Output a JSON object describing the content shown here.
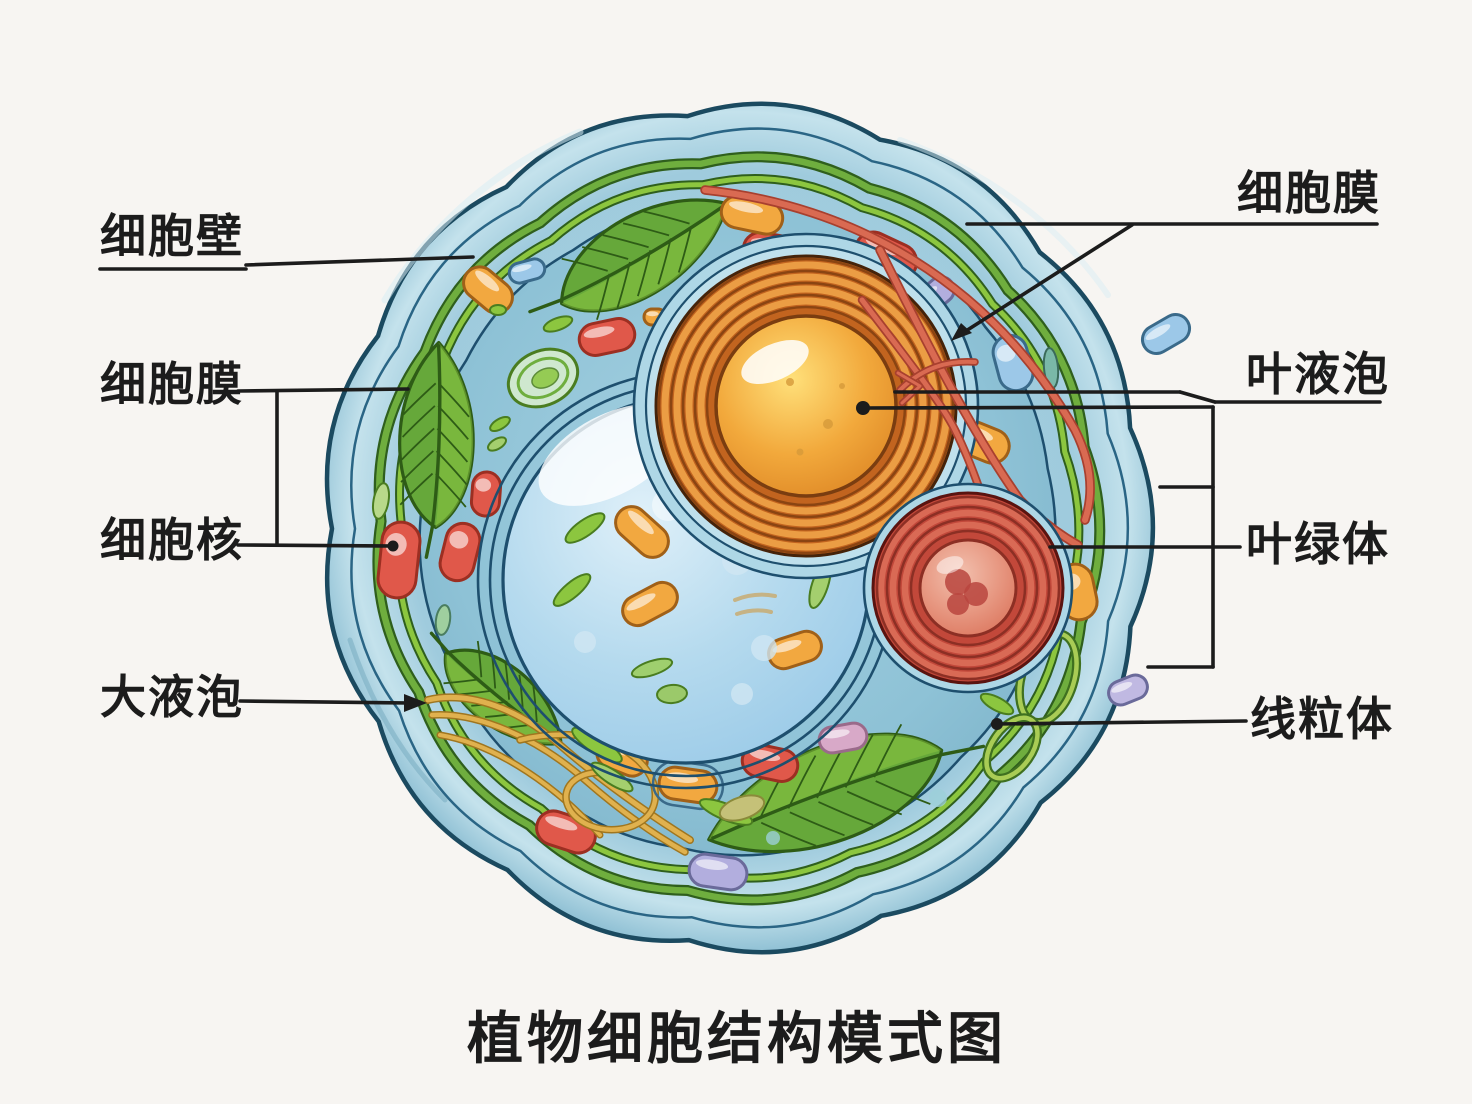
{
  "title": "植物细胞结构模式图",
  "labels": {
    "cell_wall": "细胞壁",
    "cell_membrane_left": "细胞膜",
    "nucleus": "细胞核",
    "large_vacuole": "大液泡",
    "cell_membrane_right": "细胞膜",
    "leaf_vacuole": "叶液泡",
    "chloroplast": "叶绿体",
    "mitochondrion": "线粒体"
  },
  "palette": {
    "background": "#f7f5f2",
    "line": "#1c1c1c",
    "text": "#1c1c1c",
    "wall_outline": "#1b4a60",
    "wall_fill": "#8fc0d4",
    "wall_light": "#c4e2ec",
    "wall_dark_rim": "#5e9cb5",
    "inner_edge": "#2a6585",
    "membrane_green_dark": "#2f5f1d",
    "membrane_green": "#6fae3e",
    "membrane_green_light": "#8cc63f",
    "cytoplasm": "#8ec2d6",
    "cytoplasm_light": "#a7d2e2",
    "vacuole_fill": "#b5daee",
    "vacuole_light": "#dff0f9",
    "vacuole_outline": "#1e4f6e",
    "nucleus_ring_dark": "#8a4412",
    "nucleus_ring": "#c2641f",
    "nucleus_ring_light": "#eb9d44",
    "nucleus_ball": "#f2a93c",
    "nucleus_ball_light": "#ffe07a",
    "red_ring_dark": "#8c2f24",
    "red_ring": "#c2483a",
    "red_ring_light": "#d96a55",
    "red_ball": "#e89a84",
    "leaf_dark": "#2e5c16",
    "leaf": "#66a83a",
    "leaf_light": "#8cc63f",
    "bean_red": "#e0584a",
    "bean_red_dark": "#9c2f22",
    "bean_orange": "#f2a840",
    "bean_orange_dark": "#a06018",
    "bean_blue": "#9cc8e8",
    "bean_blue_dark": "#3a6a8a",
    "bean_purple": "#b2aede",
    "bean_pink": "#d8a9c8",
    "sliver_green": "#8cc63f",
    "sliver_green_dark": "#4a7d20",
    "er_red": "#d96a52",
    "er_red_dark": "#a8402f",
    "golgi_yellow": "#e0b14e",
    "golgi_dark": "#a0761f"
  }
}
